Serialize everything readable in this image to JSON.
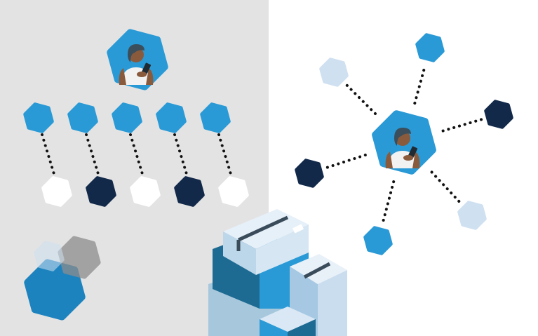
{
  "colors": {
    "left_background": "#e3e3e3",
    "right_background": "#ffffff",
    "blue": "#2a9ad6",
    "navy": "#12294a",
    "light_blue": "#cfe0f1",
    "white": "#ffffff",
    "gray": "#8d8d8d",
    "dots": "#111111"
  },
  "hierarchy": {
    "top_row": [
      "blue",
      "blue",
      "blue",
      "blue",
      "blue"
    ],
    "bottom_row": [
      "white",
      "navy",
      "white",
      "navy",
      "white"
    ]
  },
  "network": {
    "satellites": [
      "blue",
      "light_blue",
      "navy",
      "navy",
      "light_blue",
      "blue"
    ]
  }
}
